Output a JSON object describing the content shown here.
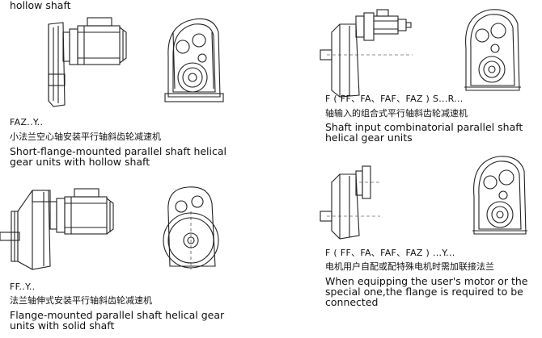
{
  "blocks": [
    {
      "id": "top-left",
      "caption_en_tail": "hollow shaft"
    },
    {
      "id": "faz",
      "model": "FAZ..Y..",
      "caption_zh": "小法兰空心轴安装平行轴斜齿轮减速机",
      "caption_en": "Short-flange-mounted parallel shaft helical gear units with hollow shaft"
    },
    {
      "id": "ff",
      "model": "FF..Y..",
      "caption_zh": "法兰轴伸式安装平行轴斜齿轮减速机",
      "caption_en": "Flange-mounted parallel shaft helical gear units with solid shaft"
    },
    {
      "id": "fsr",
      "model": "F ( FF、FA、FAF、FAZ ) S...R...",
      "caption_zh": "轴输入的组合式平行轴斜齿轮减速机",
      "caption_en": "Shaft input combinatorial parallel shaft helical gear units"
    },
    {
      "id": "fy",
      "model": "F ( FF、FA、FAF、FAZ ) ...Y...",
      "caption_zh": "电机用户自配或配特殊电机时需加联接法兰",
      "caption_en": "When equipping the user's motor or the special one,the flange is required to be connected"
    }
  ]
}
